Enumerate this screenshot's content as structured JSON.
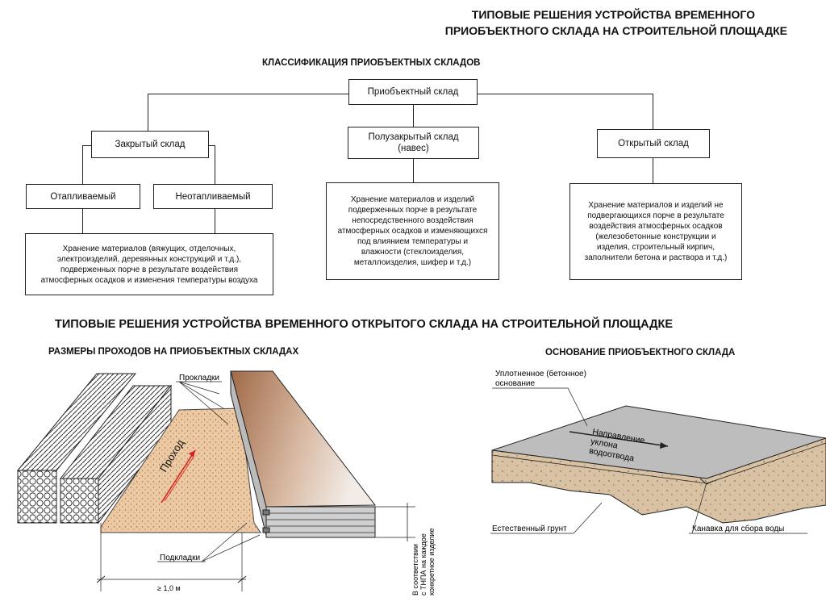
{
  "header": {
    "title_line1": "ТИПОВЫЕ РЕШЕНИЯ УСТРОЙСТВА ВРЕМЕННОГО",
    "title_line2": "ПРИОБЪЕКТНОГО СКЛАДА НА СТРОИТЕЛЬНОЙ ПЛОЩАДКЕ",
    "classification_title": "КЛАССИФИКАЦИЯ ПРИОБЪЕКТНЫХ СКЛАДОВ"
  },
  "tree": {
    "root": "Приобъектный склад",
    "closed": "Закрытый склад",
    "semi_closed": "Полузакрытый склад (навес)",
    "open": "Открытый склад",
    "heated": "Отапливаемый",
    "unheated": "Неотапливаемый",
    "closed_desc": "Хранение материалов (вяжущих, отделочных, электроизделий, деревянных конструкций и т.д.), подверженных порче в результате воздействия атмосферных осадков и изменения температуры воздуха",
    "semi_desc": "Хранение материалов и изделий подверженных порче в результате непосредственного воздействия атмосферных осадков и изменяющихся под влиянием температуры и влажности (стеклоизделия, металлоизделия, шифер и т.д.)",
    "open_desc": "Хранение материалов и изделий не подвергающихся порче в результате воздействия атмосферных осадков (железобетонные конструкции и изделия, строительный кирпич, заполнители бетона и раствора и т.д.)"
  },
  "section2": {
    "title": "ТИПОВЫЕ РЕШЕНИЯ УСТРОЙСТВА ВРЕМЕННОГО ОТКРЫТОГО СКЛАДА НА СТРОИТЕЛЬНОЙ ПЛОЩАДКЕ",
    "left_title": "РАЗМЕРЫ ПРОХОДОВ НА ПРИОБЪЕКТНЫХ СКЛАДАХ",
    "right_title": "ОСНОВАНИЕ ПРИОБЪЕКТНОГО СКЛАДА"
  },
  "left_fig": {
    "prokladki": "Прокладки",
    "podkladki": "Подкладки",
    "prokhod": "Проход",
    "width": "≥ 1,0 м",
    "vertical_note_1": "В соответствии",
    "vertical_note_2": "с ТНПА на каждое",
    "vertical_note_3": "конкретное изделие"
  },
  "right_fig": {
    "base_1": "Уплотненное (бетонное)",
    "base_2": "основание",
    "slope_1": "Направление",
    "slope_2": "уклона",
    "slope_3": "водоотвода",
    "soil": "Естественный грунт",
    "ditch": "Канавка для сбора воды"
  }
}
